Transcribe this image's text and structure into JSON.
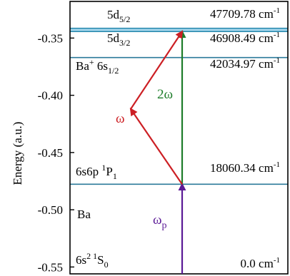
{
  "axis": {
    "ylabel": "Energy (a.u.)",
    "ylim": [
      -0.556,
      -0.318
    ],
    "ticks": [
      {
        "value": -0.35,
        "label": "-0.35"
      },
      {
        "value": -0.4,
        "label": "-0.40"
      },
      {
        "value": -0.45,
        "label": "-0.45"
      },
      {
        "value": -0.5,
        "label": "-0.50"
      },
      {
        "value": -0.55,
        "label": "-0.55"
      }
    ]
  },
  "levels": [
    {
      "id": "5d52",
      "energy": -0.3415,
      "energy_text": "47709.78 cm",
      "energy_sup": "-1",
      "name": "5d",
      "sub": "5/2",
      "sup": "",
      "suffix": "",
      "color": "#2b8bb0"
    },
    {
      "id": "5d32",
      "energy": -0.3443,
      "energy_text": "46908.49 cm",
      "energy_sup": "-1",
      "name": "5d",
      "sub": "3/2",
      "sup": "",
      "suffix": "",
      "color": "#2b8bb0"
    },
    {
      "id": "6s12",
      "energy": -0.367,
      "energy_text": "42034.97 cm",
      "energy_sup": "-1",
      "name": "Ba",
      "sup": "+",
      "name2": " 6s",
      "sub": "1/2",
      "suffix": "",
      "color": "#2b7a9a"
    },
    {
      "id": "6s6p",
      "energy": -0.4777,
      "energy_text": "18060.34 cm",
      "energy_sup": "-1",
      "name": "6s6p ",
      "sup": "1",
      "suffix": "P",
      "sub": "1",
      "color": "#2b7a9a"
    },
    {
      "id": "6s2",
      "energy": -0.5598,
      "energy_text": "0.0 cm",
      "energy_sup": "-1",
      "name": "6s",
      "sup": "2 1",
      "suffix": "S",
      "sub": "0",
      "color": "#2b7a9a"
    }
  ],
  "labels": {
    "ba_label": "Ba",
    "omega": "ω",
    "two_omega": "2ω",
    "omega_p": "ω",
    "omega_p_sub": "p"
  },
  "colors": {
    "omega": "#cc1f24",
    "two_omega": "#1e7d2a",
    "omega_p": "#5b1a96",
    "band_fill": "#a8d8ee",
    "level_line": "#2b7a9a"
  },
  "transitions": [
    {
      "id": "omega-p",
      "from_energy": -0.5598,
      "to_energy": -0.4777,
      "color": "#5b1a96"
    },
    {
      "id": "two-omega",
      "from_energy": -0.4777,
      "to_energy": -0.3443,
      "color": "#1e7d2a"
    },
    {
      "id": "omega-1",
      "from_energy": -0.4777,
      "to_energy": -0.412,
      "color": "#cc1f24"
    },
    {
      "id": "omega-2",
      "from_energy": -0.412,
      "to_energy": -0.3443,
      "color": "#cc1f24"
    }
  ]
}
